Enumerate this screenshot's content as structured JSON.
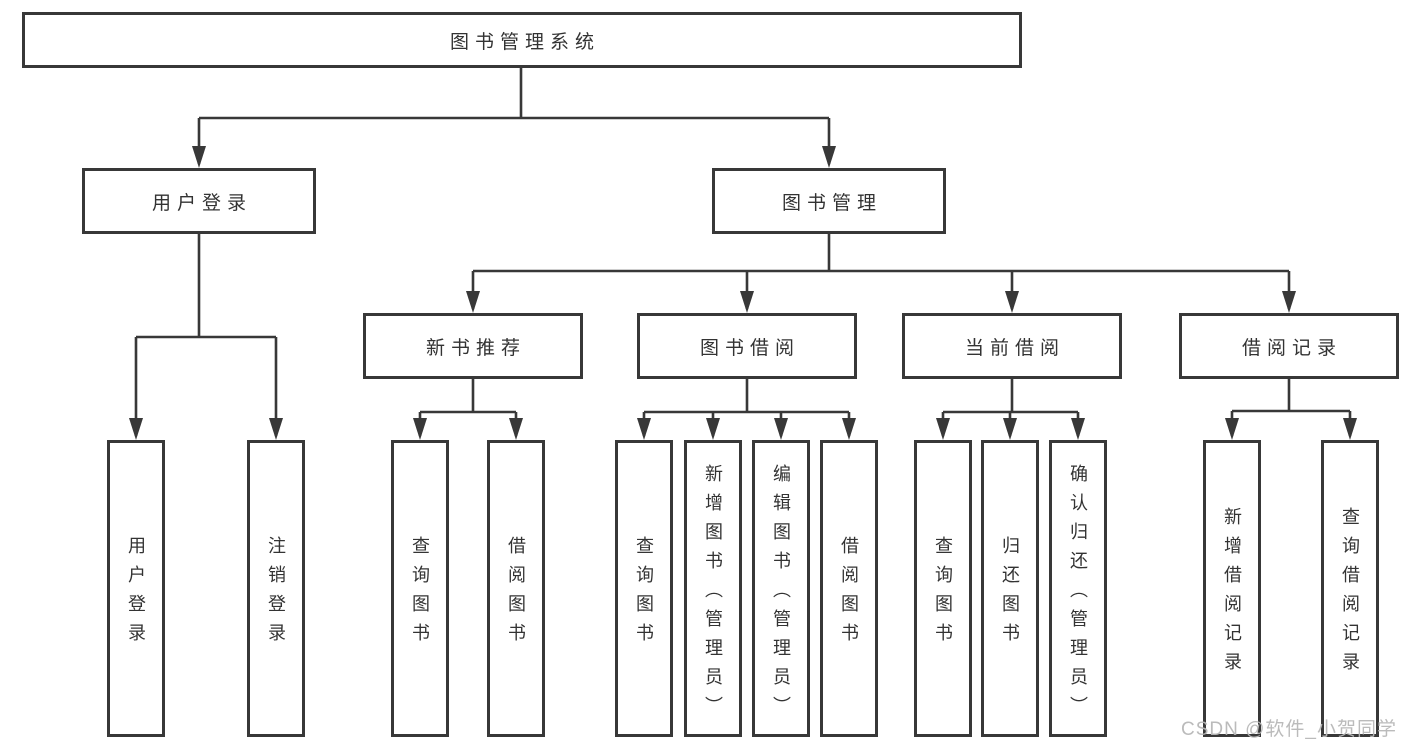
{
  "tree": {
    "root": {
      "label": "图书管理系统"
    },
    "user_branch": {
      "label": "用户登录",
      "leaves": [
        "用户登录",
        "注销登录"
      ]
    },
    "book_branch": {
      "label": "图书管理",
      "groups": [
        {
          "label": "新书推荐",
          "leaves": [
            "查询图书",
            "借阅图书"
          ]
        },
        {
          "label": "图书借阅",
          "leaves": [
            "查询图书",
            "新增图书（管理员）",
            "编辑图书（管理员）",
            "借阅图书"
          ]
        },
        {
          "label": "当前借阅",
          "leaves": [
            "查询图书",
            "归还图书",
            "确认归还（管理员）"
          ]
        },
        {
          "label": "借阅记录",
          "leaves": [
            "新增借阅记录",
            "查询借阅记录"
          ]
        }
      ]
    }
  },
  "watermark": {
    "text": "CSDN @软件_小贺同学"
  },
  "colors": {
    "line": "#383838",
    "box_border": "#383838",
    "text": "#333333",
    "watermark": "#b7b7b7",
    "background": "#ffffff"
  }
}
